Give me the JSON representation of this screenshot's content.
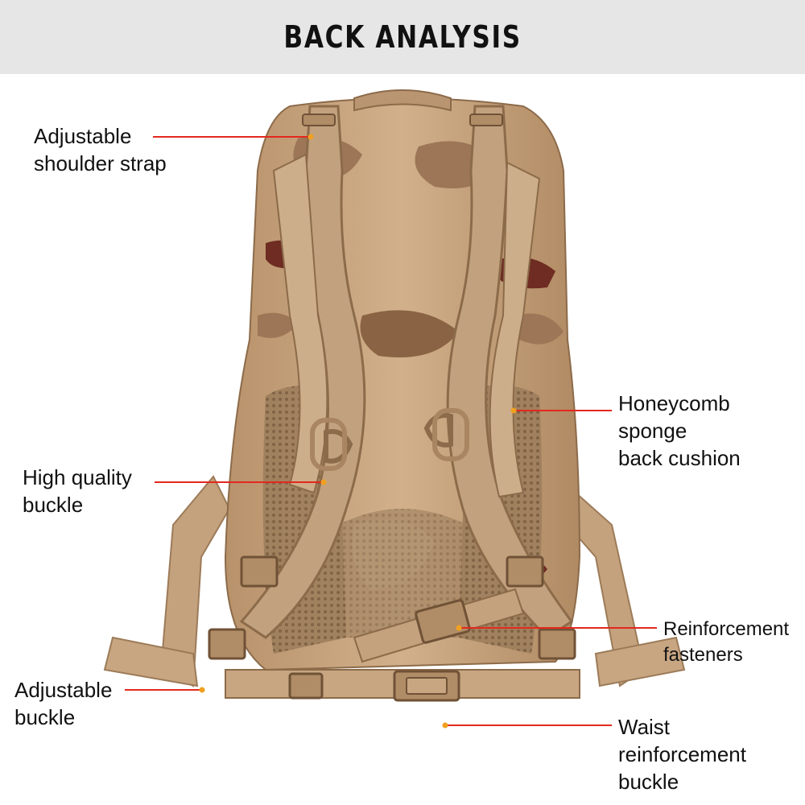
{
  "header": {
    "title": "BACK ANALYSIS"
  },
  "callouts": {
    "shoulder_strap": {
      "line1": "Adjustable",
      "line2": "shoulder strap"
    },
    "back_cushion": {
      "line1": "Honeycomb",
      "line2": "sponge",
      "line3": "back cushion"
    },
    "quality_buckle": {
      "line1": "High quality",
      "line2": "buckle"
    },
    "reinforcement_fasteners": {
      "line1": "Reinforcement",
      "line2": "fasteners"
    },
    "adjustable_buckle": {
      "line1": "Adjustable",
      "line2": "buckle"
    },
    "waist_buckle": {
      "line1": "Waist",
      "line2": "reinforcement",
      "line3": "buckle"
    }
  },
  "colors": {
    "header_bg": "#e6e6e6",
    "leader_line": "#e3281e",
    "leader_dot": "#f0a020",
    "camo_base": "#c9a57f",
    "camo_dark": "#6e2c22",
    "strap": "#c2a27e"
  }
}
